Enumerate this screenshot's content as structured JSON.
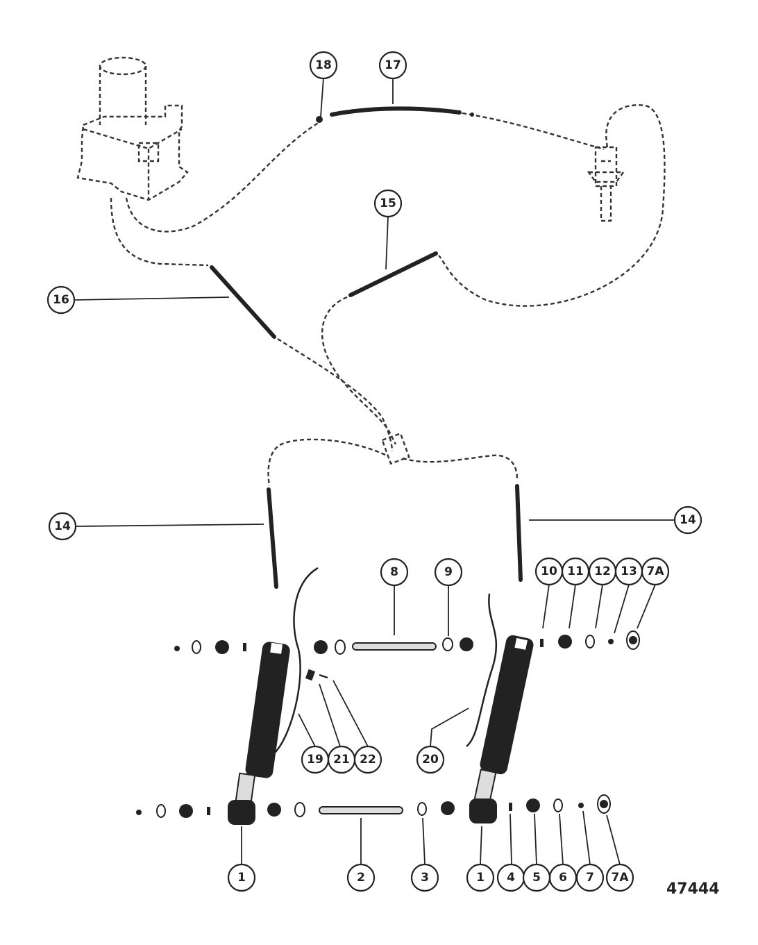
{
  "figure_number": "47444",
  "callouts": {
    "c1a": "1",
    "c1b": "1",
    "c2": "2",
    "c3": "3",
    "c4": "4",
    "c5": "5",
    "c6": "6",
    "c7": "7",
    "c7a_top": "7A",
    "c7a_bottom": "7A",
    "c8": "8",
    "c9": "9",
    "c10": "10",
    "c11": "11",
    "c12": "12",
    "c13": "13",
    "c14_left": "14",
    "c14_right": "14",
    "c15": "15",
    "c16": "16",
    "c17": "17",
    "c18": "18",
    "c19": "19",
    "c20": "20",
    "c21": "21",
    "c22": "22"
  }
}
